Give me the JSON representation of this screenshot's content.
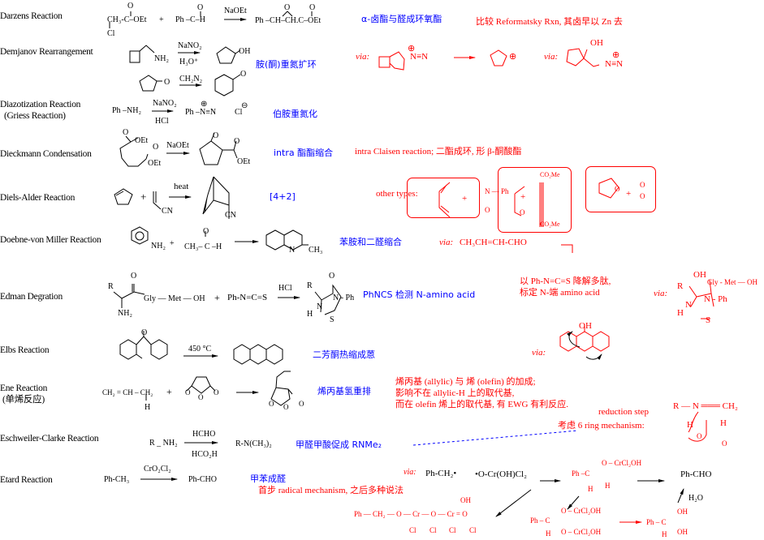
{
  "reactions": [
    {
      "name": "Darzens Reaction"
    },
    {
      "name": "Demjanov Rearrangement"
    },
    {
      "name": "Diazotization Reaction",
      "alt": "(Griess Reaction)"
    },
    {
      "name": "Dieckmann Condensation"
    },
    {
      "name": "Diels-Alder Reaction"
    },
    {
      "name": "Doebne-von Miller Reaction"
    },
    {
      "name": "Edman Degration"
    },
    {
      "name": "Elbs Reaction"
    },
    {
      "name": "Ene Reaction",
      "alt": "(单烯反应)"
    },
    {
      "name": "Eschweiler-Clarke Reaction"
    },
    {
      "name": "Etard Reaction"
    }
  ],
  "darzens": {
    "r1": "CH₃-C–OEt",
    "o": "O",
    "cl": "Cl",
    "plus": "+",
    "r2": "Ph –C–H",
    "reagent": "NaOEt",
    "product": "Ph –CH–CH.C–OEt",
    "note": "α-卤酯与醛成环氧酯",
    "remark": "比较 Reformatsky Rxn, 其卤早以 Zn 去"
  },
  "demjanov": {
    "nh2": "NH₂",
    "reagent1": "NaNO₂",
    "reagent2": "H₃O⁺",
    "oh": "OH",
    "o": "O",
    "reagent3": "CH₂N₂",
    "note": "胺(酮)重氮扩环",
    "via": "via:",
    "n2": "N≡N",
    "plus_sym": "⊕",
    "oh2": "OH"
  },
  "diazo": {
    "r1": "Ph –NH₂",
    "reagent1": "NaNO₂",
    "reagent2": "HCl",
    "product": "Ph –N≡N",
    "cl": "Cl",
    "plus_sym": "⊕",
    "minus_sym": "⊖",
    "note": "伯胺重氮化"
  },
  "dieckmann": {
    "oet": "OEt",
    "o": "O",
    "reagent": "NaOEt",
    "note": "intra 酯酯缩合",
    "remark": "intra Claisen reaction;  二酯成环, 形 β-酮酸酯"
  },
  "diels": {
    "plus": "+",
    "cn": "CN",
    "reagent": "heat",
    "note": "[4+2]",
    "other": "other types:",
    "nph": "N — Ph",
    "o": "O",
    "co2me": "CO₂Me"
  },
  "doebner": {
    "nh2": "NH₂",
    "plus": "+",
    "r2": "CH₃– C –H",
    "o": "O",
    "n": "N",
    "ch3": "CH₃",
    "note": "苯胺和二醛缩合",
    "via": "via:",
    "via_text": "CH₃CH=CH-CHO"
  },
  "edman": {
    "r": "R",
    "o": "O",
    "chain": "Gly — Met — OH",
    "nh2": "NH₂",
    "plus": "+",
    "reagent1": "Ph-N=C=S",
    "reagent": "HCl",
    "n": "N",
    "h": "H",
    "nph": "N - Ph",
    "s": "S",
    "note": "PhNCS 检测 N-amino acid",
    "remark1": "以 Ph-N=C=S 降解多肽,",
    "remark2": "标定 N-端 amino acid",
    "via": "via:",
    "oh": "OH",
    "chain2": "Gly - Met — OH"
  },
  "elbs": {
    "o": "O",
    "reagent": "450 °C",
    "note": "二芳酮热缩成蒽",
    "via": "via:",
    "oh": "OH"
  },
  "ene": {
    "r1": "CH₂ = CH – CH₂",
    "h": "H",
    "plus": "+",
    "o": "O",
    "note": "烯丙基氢重排",
    "remark1": "烯丙基 (allylic)  与  烯  (olefin) 的加成;",
    "remark2": "影响不在 allylic-H 上的取代基,",
    "remark3": "而在 olefin 烯上的取代基, 有 EWG 有利反应."
  },
  "eschweiler": {
    "r1": "R _ NH₂",
    "reagent1": "HCHO",
    "reagent2": "HCO₂H",
    "product": "R-N(CH₃)₂",
    "note": "甲醛甲酸促成 RNMe₂",
    "step": "reduction step",
    "mech": "考虑 6 ring mechanism:",
    "imine": "R — N ═══ CH₂",
    "h": "H",
    "o": "O"
  },
  "etard": {
    "r1": "Ph-CH₃",
    "reagent": "CrO₂Cl₂",
    "product": "Ph-CHO",
    "note": "甲苯成醛",
    "remark": "首步 radical mechanism, 之后多种说法",
    "via": "via:",
    "rad1": "Ph-CH₂•",
    "rad2": "•O-Cr(OH)Cl₂",
    "int1": "Ph –C",
    "ocrcl2oh": "O – CrCl₂OH",
    "h": "H",
    "product2": "Ph-CHO",
    "h2o": "H₂O",
    "chain": "Ph — CH₂ — O — Cr — O — Cr = O",
    "oh": "OH",
    "cl": "Cl",
    "int2": "Ph – C",
    "int3": "Ph – C"
  }
}
